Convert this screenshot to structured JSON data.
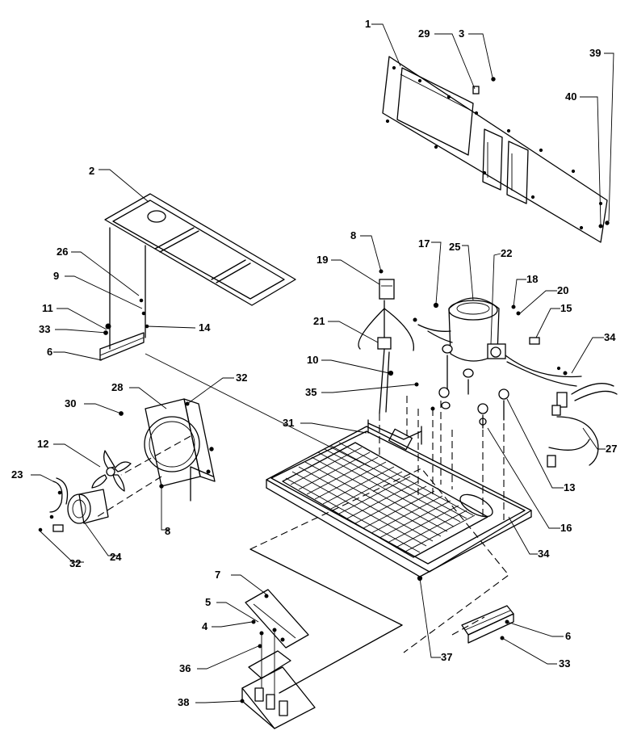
{
  "callouts": {
    "c1": "1",
    "c2": "2",
    "c3": "3",
    "c4": "4",
    "c5": "5",
    "c6a": "6",
    "c6b": "6",
    "c7": "7",
    "c8a": "8",
    "c8b": "8",
    "c9": "9",
    "c10": "10",
    "c11": "11",
    "c12": "12",
    "c13": "13",
    "c14": "14",
    "c15": "15",
    "c16": "16",
    "c17": "17",
    "c18": "18",
    "c19": "19",
    "c20": "20",
    "c21": "21",
    "c22": "22",
    "c23": "23",
    "c24": "24",
    "c25": "25",
    "c26": "26",
    "c27": "27",
    "c28": "28",
    "c29": "29",
    "c30": "30",
    "c31": "31",
    "c32a": "32",
    "c32b": "32",
    "c33a": "33",
    "c33b": "33",
    "c34a": "34",
    "c34b": "34",
    "c35": "35",
    "c36": "36",
    "c37": "37",
    "c38": "38",
    "c39": "39",
    "c40": "40"
  }
}
